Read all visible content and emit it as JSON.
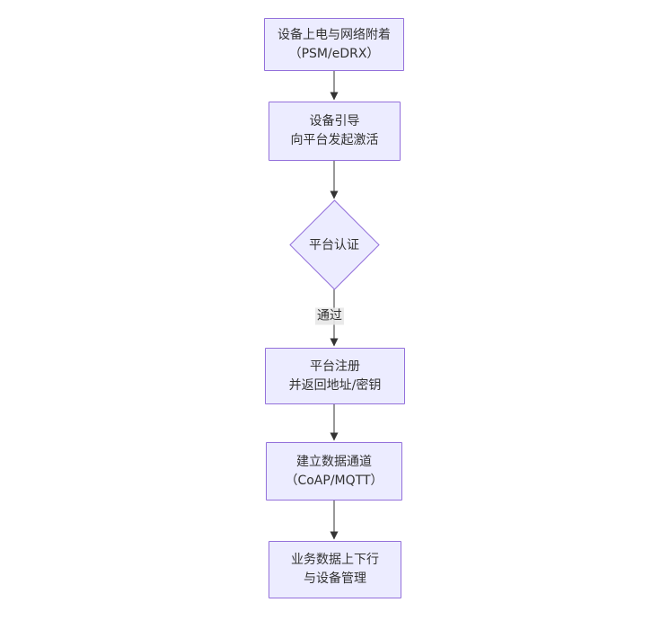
{
  "diagram": {
    "type": "flowchart",
    "direction": "top-down",
    "nodes": [
      {
        "id": "power-attach",
        "shape": "rect",
        "lines": [
          "设备上电与网络附着",
          "（PSM/eDRX）"
        ]
      },
      {
        "id": "bootstrap",
        "shape": "rect",
        "lines": [
          "设备引导",
          "向平台发起激活"
        ]
      },
      {
        "id": "platform-auth",
        "shape": "diamond",
        "lines": [
          "平台认证"
        ]
      },
      {
        "id": "platform-register",
        "shape": "rect",
        "lines": [
          "平台注册",
          "并返回地址/密钥"
        ]
      },
      {
        "id": "data-channel",
        "shape": "rect",
        "lines": [
          "建立数据通道",
          "（CoAP/MQTT）"
        ]
      },
      {
        "id": "business-data",
        "shape": "rect",
        "lines": [
          "业务数据上下行",
          "与设备管理"
        ]
      }
    ],
    "edges": [
      {
        "from": "power-attach",
        "to": "bootstrap",
        "label": ""
      },
      {
        "from": "bootstrap",
        "to": "platform-auth",
        "label": ""
      },
      {
        "from": "platform-auth",
        "to": "platform-register",
        "label": "通过"
      },
      {
        "from": "platform-register",
        "to": "data-channel",
        "label": ""
      },
      {
        "from": "data-channel",
        "to": "business-data",
        "label": ""
      }
    ],
    "colors": {
      "node_fill": "#ECECFF",
      "node_border": "#9370DB",
      "edge_line": "#333333",
      "text": "#333333",
      "edge_label_bg": "#e8e8e8",
      "background": "#ffffff"
    }
  }
}
